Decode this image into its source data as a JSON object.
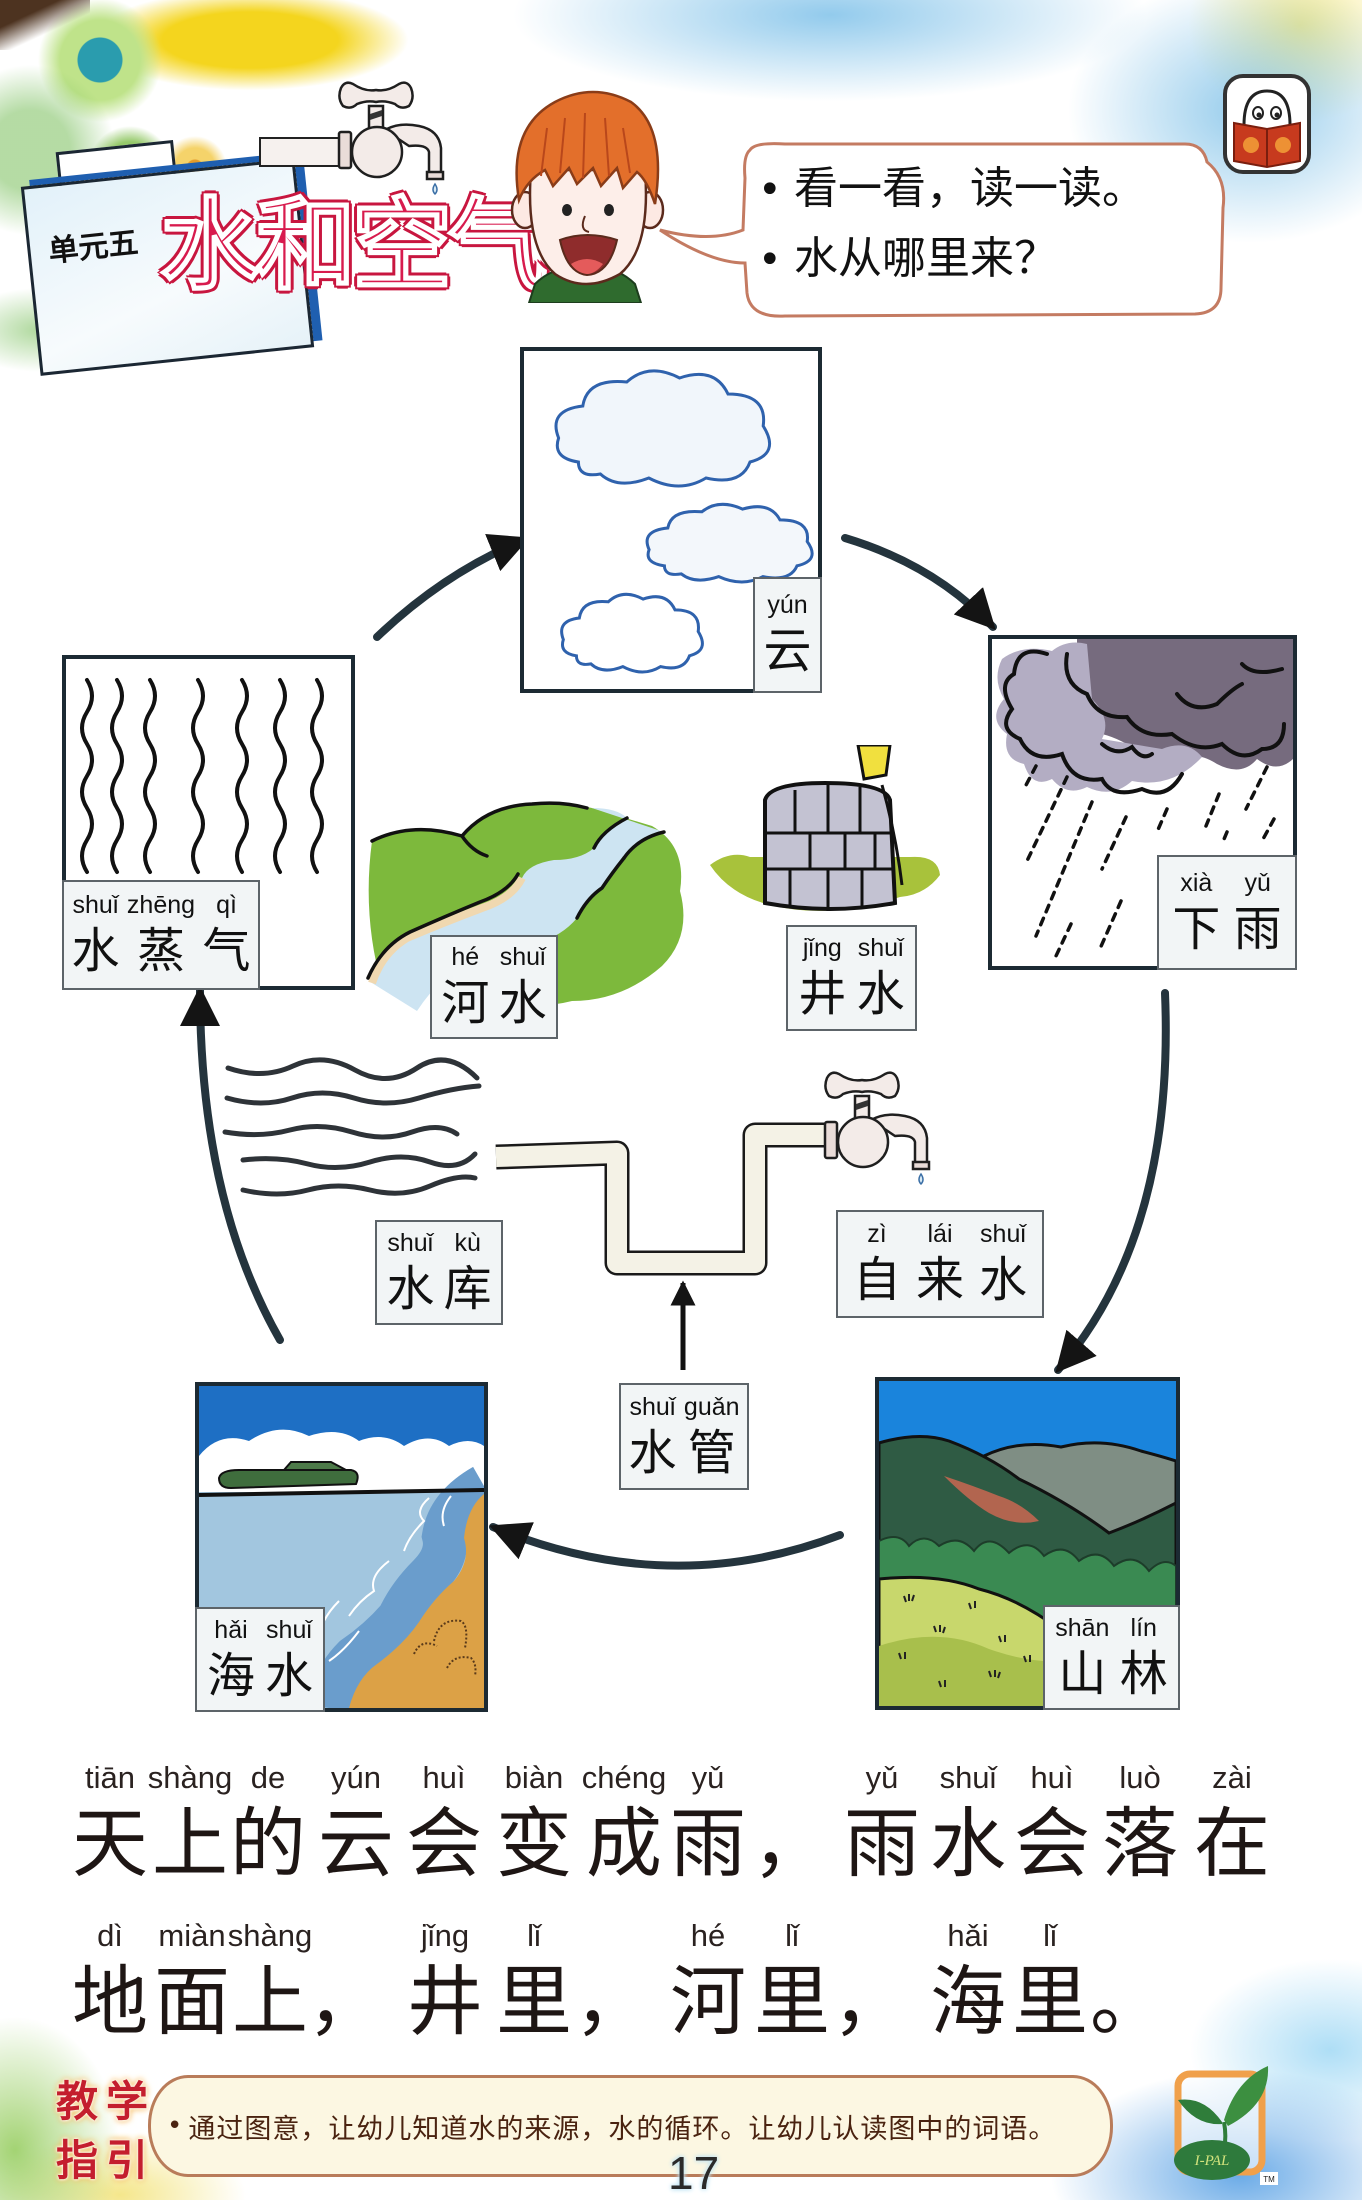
{
  "header": {
    "unit_label": "单元五",
    "title": "水和空气",
    "speech_bubble": {
      "bullet": "•",
      "lines": [
        "看一看，读一读。",
        "水从哪里来？"
      ]
    }
  },
  "diagram": {
    "clouds": {
      "pinyin": [
        "yún"
      ],
      "hanzi": [
        "云"
      ]
    },
    "rain": {
      "pinyin": [
        "xià",
        "yǔ"
      ],
      "hanzi": [
        "下",
        "雨"
      ]
    },
    "mountain_forest": {
      "pinyin": [
        "shān",
        "lín"
      ],
      "hanzi": [
        "山",
        "林"
      ]
    },
    "seawater": {
      "pinyin": [
        "hǎi",
        "shuǐ"
      ],
      "hanzi": [
        "海",
        "水"
      ]
    },
    "water_vapor": {
      "pinyin": [
        "shuǐ",
        "zhēng",
        "qì"
      ],
      "hanzi": [
        "水",
        "蒸",
        "气"
      ]
    },
    "river_water": {
      "pinyin": [
        "hé",
        "shuǐ"
      ],
      "hanzi": [
        "河",
        "水"
      ]
    },
    "well_water": {
      "pinyin": [
        "jǐng",
        "shuǐ"
      ],
      "hanzi": [
        "井",
        "水"
      ]
    },
    "reservoir": {
      "pinyin": [
        "shuǐ",
        "kù"
      ],
      "hanzi": [
        "水",
        "库"
      ]
    },
    "tap_water": {
      "pinyin": [
        "zì",
        "lái",
        "shuǐ"
      ],
      "hanzi": [
        "自",
        "来",
        "水"
      ]
    },
    "water_pipe": {
      "pinyin": [
        "shuǐ",
        "guǎn"
      ],
      "hanzi": [
        "水",
        "管"
      ]
    },
    "flow": [
      [
        "水蒸气",
        "云"
      ],
      [
        "云",
        "下雨"
      ],
      [
        "下雨",
        "山林"
      ],
      [
        "山林",
        "海水"
      ],
      [
        "海水",
        "水蒸气"
      ],
      [
        "水管",
        "自来水"
      ]
    ]
  },
  "sentence": {
    "lines": [
      [
        {
          "pinyin": "tiān",
          "hanzi": "天"
        },
        {
          "pinyin": "shàng",
          "hanzi": "上"
        },
        {
          "pinyin": "de",
          "hanzi": "的"
        },
        {
          "pinyin": "yún",
          "hanzi": "云"
        },
        {
          "pinyin": "huì",
          "hanzi": "会"
        },
        {
          "pinyin": "biàn",
          "hanzi": "变"
        },
        {
          "pinyin": "chéng",
          "hanzi": "成"
        },
        {
          "pinyin": "yǔ",
          "hanzi": "雨"
        },
        {
          "pinyin": "",
          "hanzi": "，"
        },
        {
          "pinyin": "yǔ",
          "hanzi": "雨"
        },
        {
          "pinyin": "shuǐ",
          "hanzi": "水"
        },
        {
          "pinyin": "huì",
          "hanzi": "会"
        },
        {
          "pinyin": "luò",
          "hanzi": "落"
        },
        {
          "pinyin": "zài",
          "hanzi": "在"
        }
      ],
      [
        {
          "pinyin": "dì",
          "hanzi": "地"
        },
        {
          "pinyin": "miàn",
          "hanzi": "面"
        },
        {
          "pinyin": "shàng",
          "hanzi": "上"
        },
        {
          "pinyin": "",
          "hanzi": "，"
        },
        {
          "pinyin": "jǐng",
          "hanzi": "井"
        },
        {
          "pinyin": "lǐ",
          "hanzi": "里"
        },
        {
          "pinyin": "",
          "hanzi": "，"
        },
        {
          "pinyin": "hé",
          "hanzi": "河"
        },
        {
          "pinyin": "lǐ",
          "hanzi": "里"
        },
        {
          "pinyin": "",
          "hanzi": "，"
        },
        {
          "pinyin": "hǎi",
          "hanzi": "海"
        },
        {
          "pinyin": "lǐ",
          "hanzi": "里"
        },
        {
          "pinyin": "",
          "hanzi": "。"
        }
      ]
    ]
  },
  "teaching_guide": {
    "badge": [
      "教",
      "学",
      "指",
      "引"
    ],
    "bullet": "•",
    "text": "通过图意，让幼儿知道水的来源，水的循环。让幼儿认读图中的词语。"
  },
  "footer": {
    "page_number": "17",
    "logo_text": "I-PAL",
    "trademark": "TM"
  },
  "colors": {
    "title_red": "#d81b4e",
    "cycle_arrow": "#24343d",
    "card_border": "#5d6469",
    "speech_bubble_border": "#c47b62",
    "guide_border": "#b97c5a",
    "guide_badge_red": "#c41e2e",
    "cloud_outline_blue": "#2f62ad"
  }
}
